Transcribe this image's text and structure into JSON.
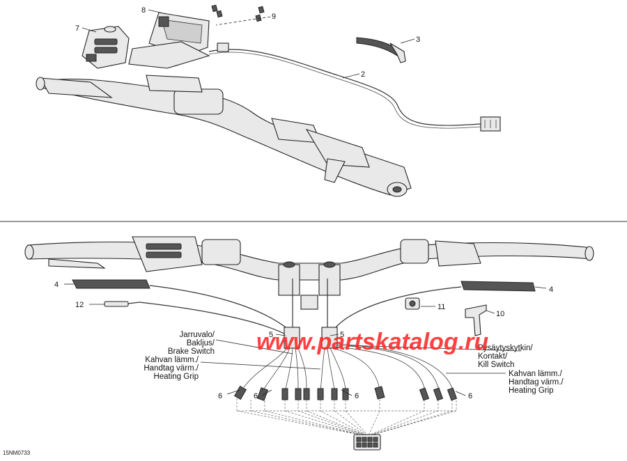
{
  "callouts": {
    "c1": "8",
    "c2": "9",
    "c3": "7",
    "c4": "3",
    "c5": "2",
    "c6": "4",
    "c7": "4",
    "c8": "12",
    "c9": "11",
    "c10": "10",
    "c11": "5",
    "c12": "5",
    "c13": "6",
    "c14": "6",
    "c15": "6",
    "c16": "6"
  },
  "labels": {
    "brake_1": "Jarruvalo/",
    "brake_2": "Bakljus/",
    "brake_3": "Brake Switch",
    "heat_left_1": "Kahvan lämm./",
    "heat_left_2": "Handtag värm./",
    "heat_left_3": "Heating Grip",
    "kill_1": "Pysäytyskytkin/",
    "kill_2": "Kontakt/",
    "kill_3": "Kill Switch",
    "heat_right_1": "Kahvan lämm./",
    "heat_right_2": "Handtag värm./",
    "heat_right_3": "Heating Grip"
  },
  "watermark": "www.partskatalog.ru",
  "drawing_code": "15NM0733",
  "colors": {
    "watermark": "#ff2020",
    "line": "#222222",
    "part_fill": "#e9e9e9"
  }
}
